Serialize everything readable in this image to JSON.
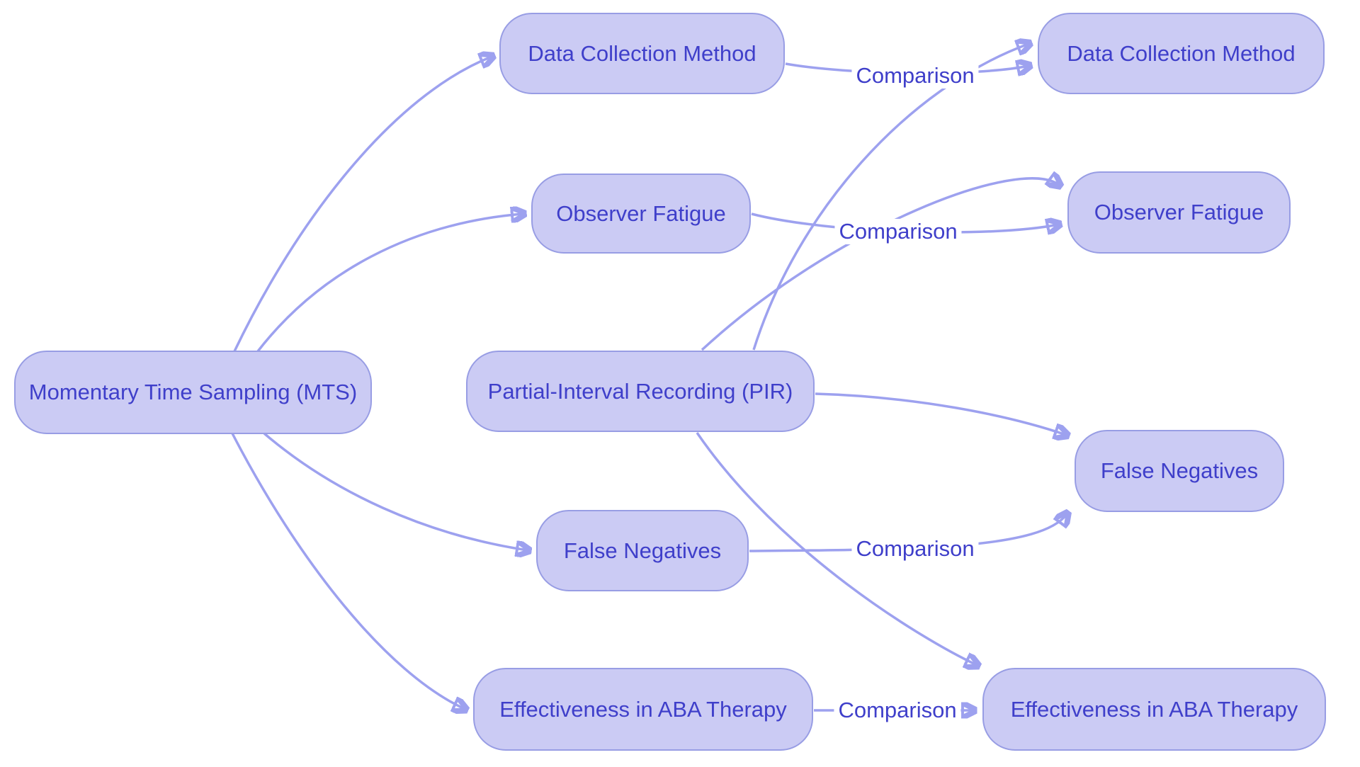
{
  "diagram": {
    "type": "flowchart-left-to-right",
    "background": "#ffffff",
    "colors": {
      "node_fill": "#cbcbf4",
      "node_border": "#989de4",
      "node_text": "#3f3fca",
      "edge_line": "#9da1ef",
      "edge_label_text": "#3f3fca",
      "edge_label_bg": "#ffffff"
    },
    "nodes": [
      {
        "id": "mts",
        "label": "Momentary Time Sampling (MTS)"
      },
      {
        "id": "pir",
        "label": "Partial-Interval Recording (PIR)"
      },
      {
        "id": "dcm-mid",
        "label": "Data Collection Method"
      },
      {
        "id": "of-mid",
        "label": "Observer Fatigue"
      },
      {
        "id": "fn-mid",
        "label": "False Negatives"
      },
      {
        "id": "eff-mid",
        "label": "Effectiveness in ABA Therapy"
      },
      {
        "id": "dcm-right",
        "label": "Data Collection Method"
      },
      {
        "id": "of-right",
        "label": "Observer Fatigue"
      },
      {
        "id": "fn-right",
        "label": "False Negatives"
      },
      {
        "id": "eff-right",
        "label": "Effectiveness in ABA Therapy"
      }
    ],
    "edges": [
      {
        "from": "mts",
        "to": "dcm-mid",
        "label": ""
      },
      {
        "from": "mts",
        "to": "of-mid",
        "label": ""
      },
      {
        "from": "mts",
        "to": "fn-mid",
        "label": ""
      },
      {
        "from": "mts",
        "to": "eff-mid",
        "label": ""
      },
      {
        "from": "dcm-mid",
        "to": "dcm-right",
        "label": "Comparison"
      },
      {
        "from": "of-mid",
        "to": "of-right",
        "label": "Comparison"
      },
      {
        "from": "fn-mid",
        "to": "fn-right",
        "label": "Comparison"
      },
      {
        "from": "eff-mid",
        "to": "eff-right",
        "label": "Comparison"
      },
      {
        "from": "pir",
        "to": "dcm-right",
        "label": ""
      },
      {
        "from": "pir",
        "to": "of-right",
        "label": ""
      },
      {
        "from": "pir",
        "to": "fn-right",
        "label": ""
      },
      {
        "from": "pir",
        "to": "eff-right",
        "label": ""
      }
    ]
  }
}
